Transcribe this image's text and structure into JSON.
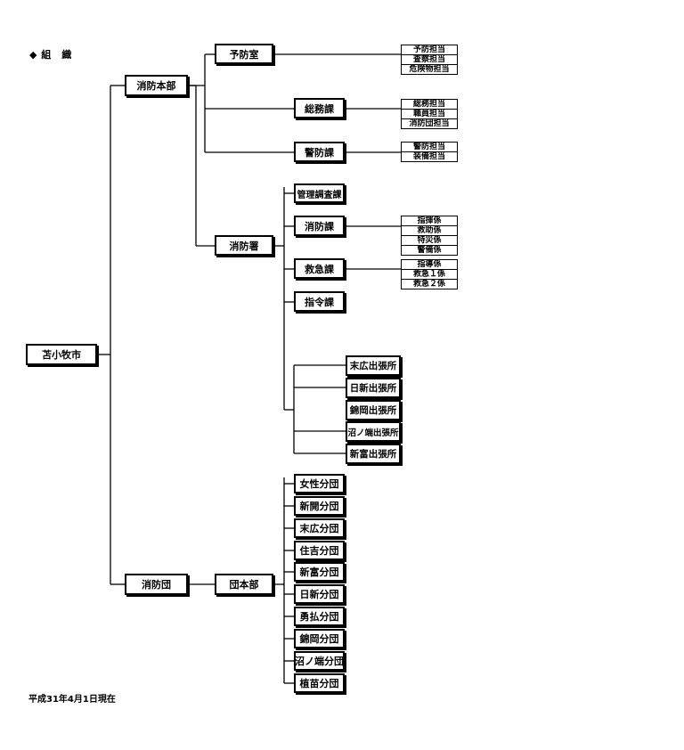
{
  "heading": "◆ 組　織",
  "footer": "平成31年4月1日現在",
  "org": {
    "root": "苫小牧市",
    "honbu": "消防本部",
    "yobou": "予防室",
    "soumu": "総務課",
    "keibou": "警防課",
    "shobosho": "消防署",
    "kanri": "管理調査課",
    "shobo_ka": "消防課",
    "kyukyu": "救急課",
    "shirei": "指令課",
    "shobodan": "消防団",
    "danhonbu": "団本部",
    "yobou_units": [
      "予防担当",
      "査察担当",
      "危険物担当"
    ],
    "soumu_units": [
      "総務担当",
      "職員担当",
      "消防団担当"
    ],
    "keibou_units": [
      "警防担当",
      "装備担当"
    ],
    "shobo_units": [
      "指揮係",
      "救助係",
      "特災係",
      "警備係"
    ],
    "kyukyu_units": [
      "指導係",
      "救急１係",
      "救急２係"
    ],
    "branches": [
      "末広出張所",
      "日新出張所",
      "錦岡出張所",
      "沼ノ端出張所",
      "新富出張所"
    ],
    "bundan": [
      "女性分団",
      "新開分団",
      "末広分団",
      "住吉分団",
      "新富分団",
      "日新分団",
      "勇払分団",
      "錦岡分団",
      "沼ノ端分団",
      "植苗分団"
    ]
  }
}
